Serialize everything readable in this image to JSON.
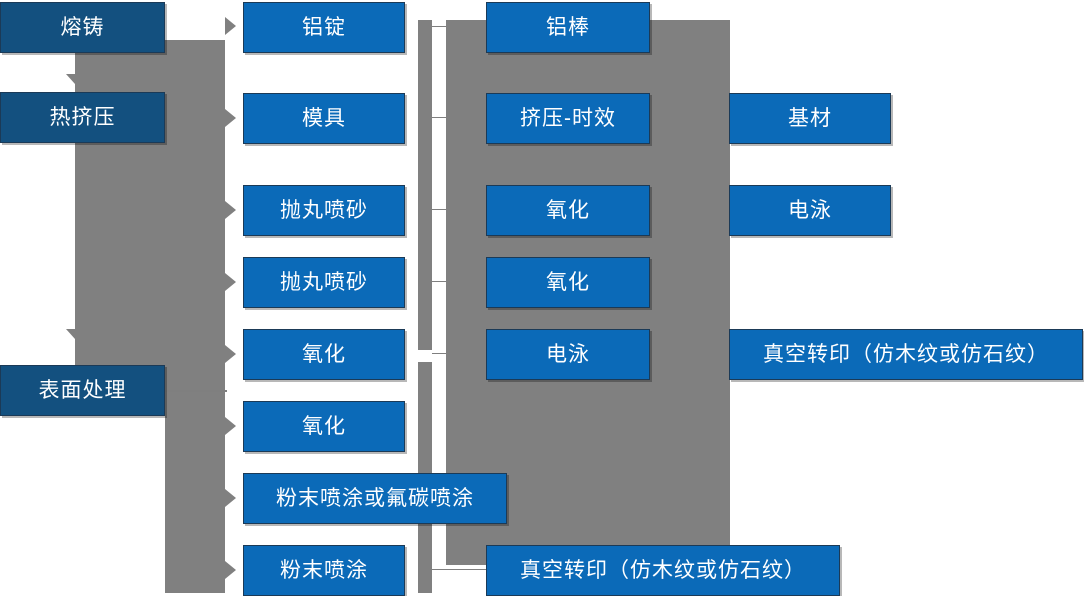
{
  "diagram": {
    "title": "aluminium-profile-process-flow",
    "colors": {
      "stage_box": "#13507f",
      "process_box": "#0b6ab8",
      "connector": "#808080",
      "box_text": "#ffffff",
      "background": "#ffffff"
    }
  },
  "columns": {
    "stages": {
      "name": "stage-column",
      "items": [
        {
          "label": "熔铸"
        },
        {
          "label": "热挤压"
        },
        {
          "label": "表面处理"
        }
      ]
    },
    "inputs": {
      "name": "input-column",
      "items": [
        {
          "label": "铝锭"
        },
        {
          "label": "模具"
        },
        {
          "label": "抛丸喷砂"
        },
        {
          "label": "抛丸喷砂"
        },
        {
          "label": "氧化"
        },
        {
          "label": "氧化"
        },
        {
          "label": "粉末喷涂或氟碳喷涂"
        },
        {
          "label": "粉末喷涂"
        }
      ]
    },
    "processes": {
      "name": "process-column",
      "items": [
        {
          "label": "铝棒"
        },
        {
          "label": "挤压-时效"
        },
        {
          "label": "氧化"
        },
        {
          "label": "氧化"
        },
        {
          "label": "电泳"
        },
        {
          "label": "真空转印（仿木纹或仿石纹）"
        }
      ]
    },
    "outputs": {
      "name": "output-column",
      "items": [
        {
          "label": "基材"
        },
        {
          "label": "电泳"
        },
        {
          "label": "真空转印（仿木纹或仿石纹）"
        }
      ]
    }
  }
}
